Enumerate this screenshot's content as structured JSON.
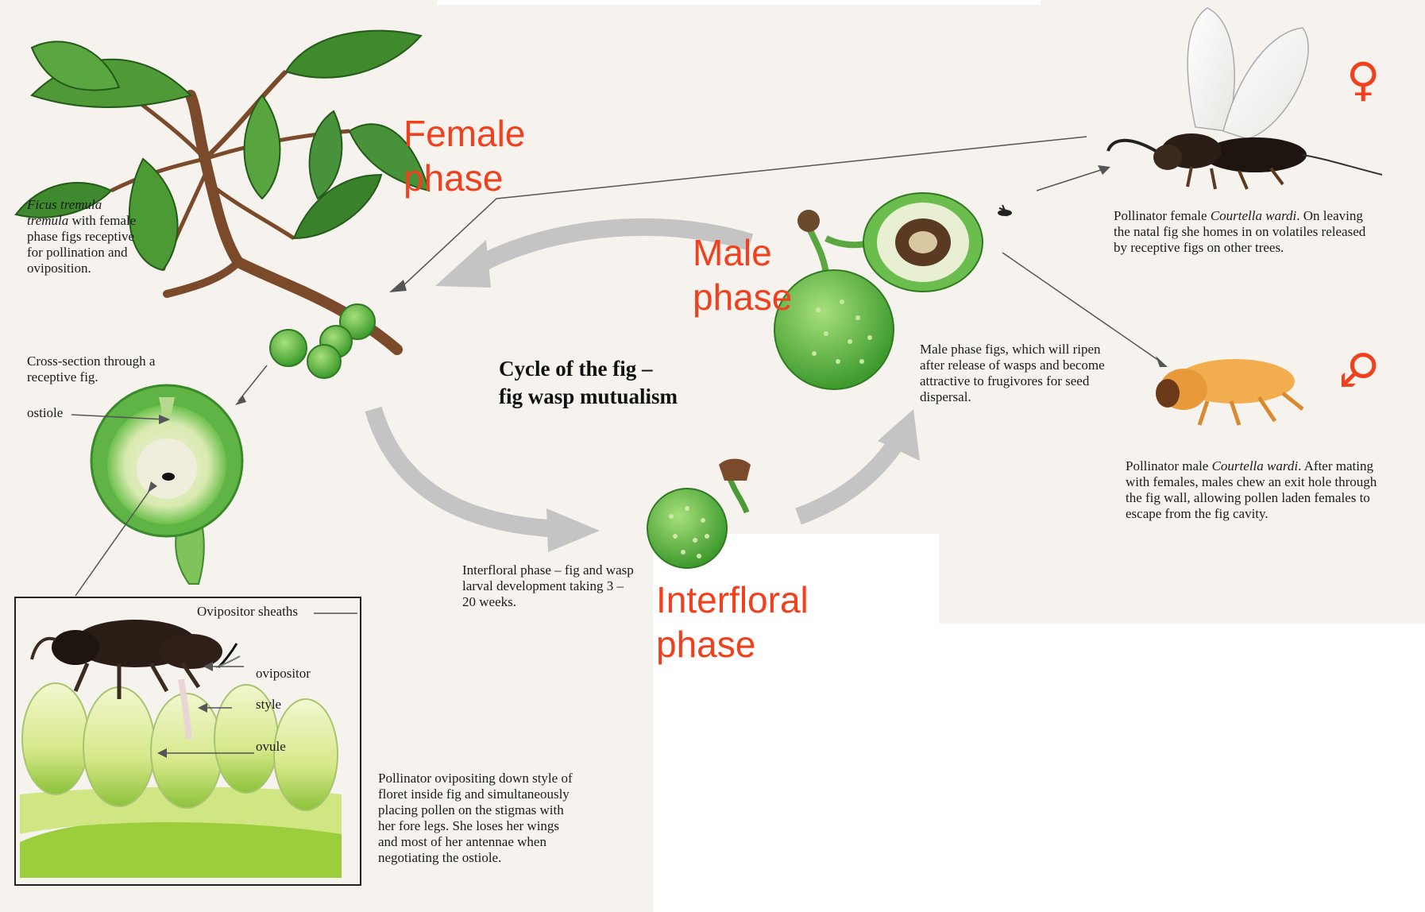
{
  "title": {
    "line1": "Cycle of the fig –",
    "line2": "fig wasp mutualism"
  },
  "phases": {
    "female": {
      "line1": "Female",
      "line2": "phase"
    },
    "male": {
      "line1": "Male",
      "line2": "phase"
    },
    "interfloral": {
      "line1": "Interfloral",
      "line2": "phase"
    }
  },
  "symbols": {
    "female": "♀",
    "male": "♂"
  },
  "captions": {
    "ficus_species": "Ficus tremula tremula",
    "ficus_rest": " with female phase figs receptive for pollination and oviposition.",
    "cross_section": "Cross-section through a receptive fig.",
    "ostiole": "ostiole",
    "interfloral": "Interfloral phase – fig and wasp larval development taking 3 – 20 weeks.",
    "male_figs": "Male phase figs, which will ripen after release of wasps and become attractive to frugivores for seed dispersal.",
    "female_wasp_pre": "Pollinator female ",
    "female_wasp_species": "Courtella wardi",
    "female_wasp_post": ". On leaving the natal fig she homes in on volatiles released by receptive figs on other trees.",
    "male_wasp_pre": "Pollinator male ",
    "male_wasp_species": "Courtella wardi",
    "male_wasp_post": ". After mating with females, males chew an exit hole through the fig wall, allowing pollen laden females to escape from the fig cavity.",
    "ovipositing": "Pollinator ovipositing down style of floret inside fig and simultaneously placing pollen on the stigmas with her fore legs. She loses her wings and most of her antennae when negotiating the ostiole."
  },
  "inset_labels": {
    "sheaths": "Ovipositor sheaths",
    "ovipositor": "ovipositor",
    "style": "style",
    "ovule": "ovule"
  },
  "colors": {
    "phase_text": "#f0401e",
    "panel_bg": "#f6f3ef",
    "cycle_arrow": "#c4c4c4",
    "leaf": "#3f8f2a",
    "fig": "#6fbf4a"
  }
}
